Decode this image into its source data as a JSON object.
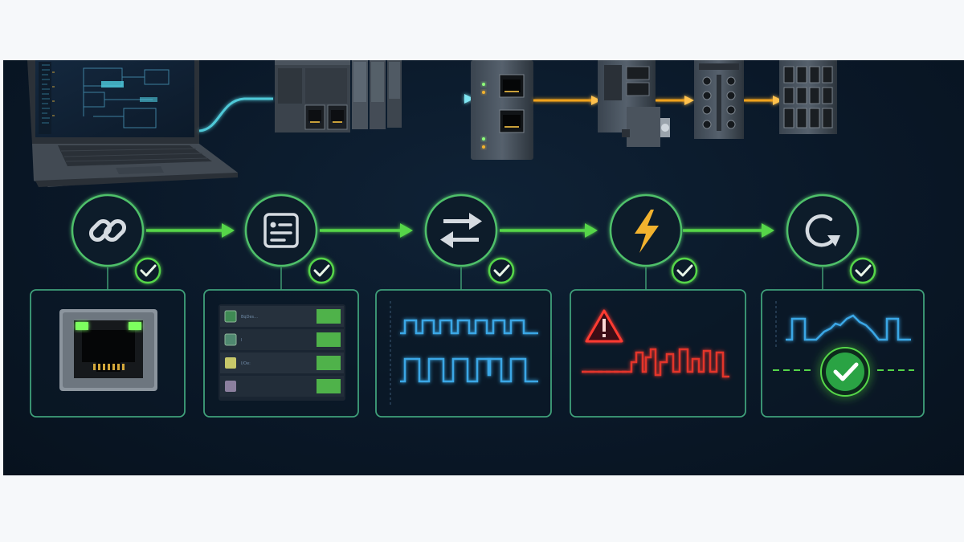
{
  "diagram": {
    "stages": [
      {
        "id": "connect",
        "icon": "link-icon",
        "status": "ok"
      },
      {
        "id": "configure",
        "icon": "form-icon",
        "status": "ok"
      },
      {
        "id": "exchange",
        "icon": "exchange-arrows-icon",
        "status": "ok"
      },
      {
        "id": "fault",
        "icon": "lightning-icon",
        "status": "ok"
      },
      {
        "id": "recover",
        "icon": "refresh-icon",
        "status": "ok"
      }
    ],
    "panels": [
      {
        "id": "ethernet-port",
        "content": "rj45-port"
      },
      {
        "id": "module-list",
        "rows": 4
      },
      {
        "id": "signal-waveforms",
        "content": "square-waves"
      },
      {
        "id": "fault-waveform",
        "content": "warning-signal"
      },
      {
        "id": "recovered-waveform",
        "content": "success-signal"
      }
    ],
    "module_rows": [
      {
        "label": "BqDes...",
        "color": "#3f8a54"
      },
      {
        "label": "I",
        "color": "#4f8870"
      },
      {
        "label": "I/Oe:",
        "color": "#c7c86a"
      },
      {
        "label": "",
        "color": "#8b7f9e"
      }
    ],
    "colors": {
      "background": "#0a1828",
      "flow_green": "#56d64a",
      "ring_green": "#4fc06a",
      "cable_cyan": "#4fc9d8",
      "cable_orange": "#f0a21f",
      "wave_blue": "#3aa7e6",
      "wave_red": "#e3352c",
      "warning_red": "#ff3b30",
      "bolt_yellow": "#f2b22e"
    }
  }
}
